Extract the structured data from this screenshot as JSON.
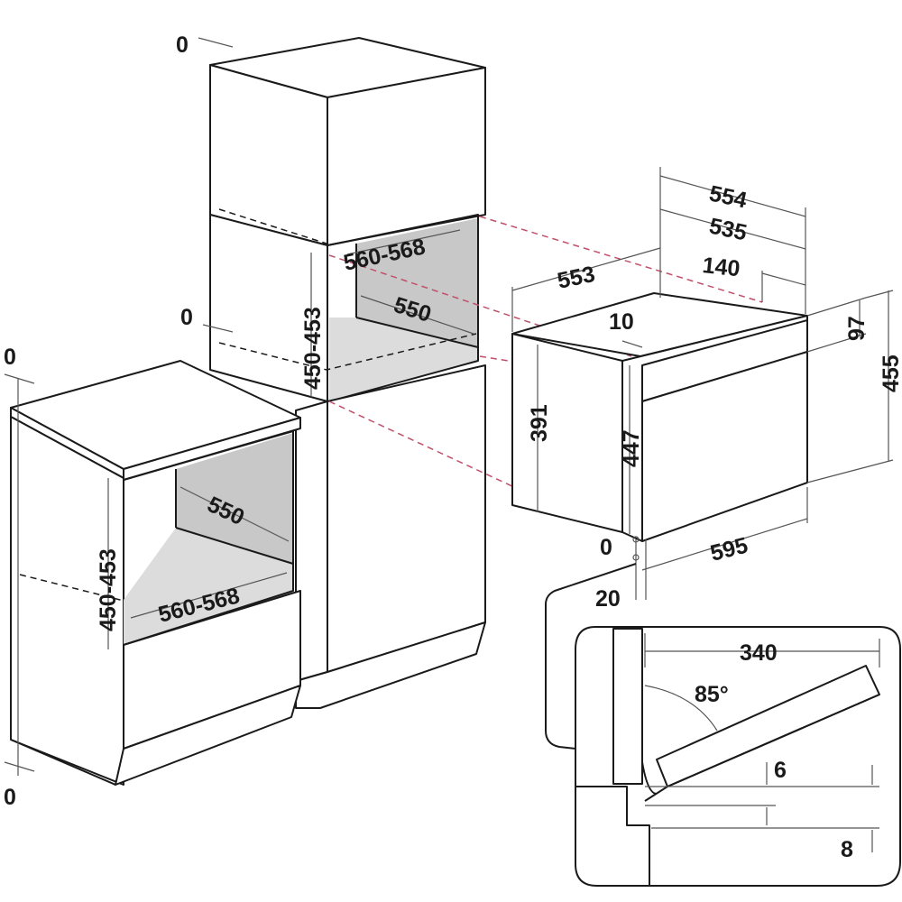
{
  "labels": {
    "tall_top_zero": "0",
    "tall_mid_zero": "0",
    "base_top_zero": "0",
    "base_bottom_zero": "0",
    "tall_depth": "560-568",
    "tall_width": "550",
    "tall_height": "450-453",
    "base_width": "550",
    "base_depth": "560-568",
    "base_height": "450-453",
    "oven_depth_554": "554",
    "oven_depth_535": "535",
    "oven_side_553": "553",
    "oven_rear_140": "140",
    "oven_front_10": "10",
    "oven_panel_97": "97",
    "oven_height_455": "455",
    "oven_body_391": "391",
    "oven_front_447": "447",
    "oven_width_595": "595",
    "oven_bottom_zero": "0",
    "oven_offset_20": "20",
    "door_width_340": "340",
    "door_angle": "85°",
    "door_gap_6": "6",
    "door_gap_8": "8"
  }
}
